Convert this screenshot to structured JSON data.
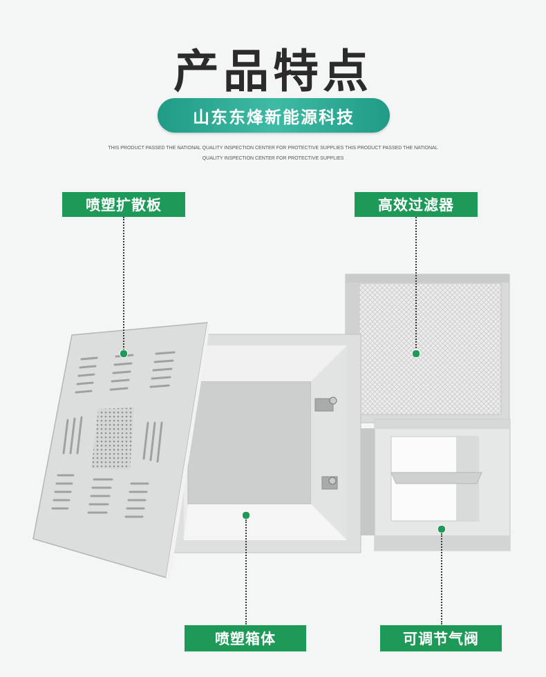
{
  "header": {
    "title": "产品特点",
    "company": "山东东烽新能源科技",
    "tagline_line1": "THIS PRODUCT PASSED THE NATIONAL QUALITY INSPECTION CENTER FOR PROTECTIVE SUPPLIES THIS PRODUCT PASSED THE NATIONAL",
    "tagline_line2": "QUALITY INSPECTION CENTER FOR PROTECTIVE SUPPLIES"
  },
  "callouts": {
    "diffuser_panel": "喷塑扩散板",
    "hepa_filter": "高效过滤器",
    "housing_box": "喷塑箱体",
    "damper": "可调节气阀"
  },
  "colors": {
    "label_green": "#1d9a57",
    "pill_teal": "#2aa894",
    "background": "#f4f5f5"
  }
}
